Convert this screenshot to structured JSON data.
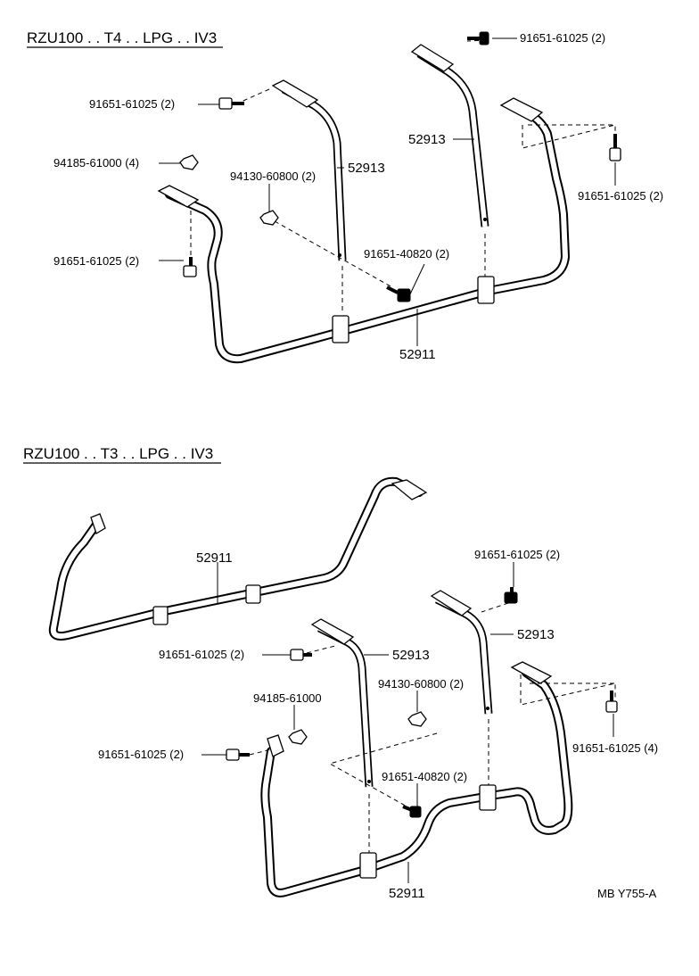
{
  "sections": [
    {
      "header": "RZU100 . . T4 . . LPG . . IV3",
      "labels": {
        "bolt_top_right": "91651-61025 (2)",
        "bolt_top_left": "91651-61025 (2)",
        "nut_left": "94185-61000 (4)",
        "nut_center": "94130-60800 (2)",
        "bolt_left_lower": "91651-61025 (2)",
        "bolt_center": "91651-40820 (2)",
        "bolt_right": "91651-61025 (2)",
        "strap_left": "52913",
        "strap_right": "52913",
        "bar": "52911"
      }
    },
    {
      "header": "RZU100 . . T3 . . LPG . . IV3",
      "labels": {
        "bar_upper": "52911",
        "bolt_top_right": "91651-61025 (2)",
        "strap_right": "52913",
        "bolt_mid_left": "91651-61025 (2)",
        "strap_left": "52913",
        "nut_left": "94185-61000",
        "nut_center": "94130-60800 (2)",
        "bolt_right": "91651-61025 (4)",
        "bolt_lower_left": "91651-61025 (2)",
        "bolt_center": "91651-40820 (2)",
        "bar_lower": "52911"
      }
    }
  ],
  "footer_code": "MB Y755-A"
}
